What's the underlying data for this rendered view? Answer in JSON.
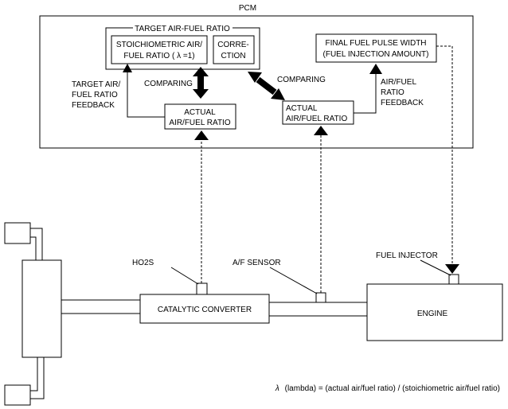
{
  "pcm": {
    "label": "PCM",
    "target_group_label": "TARGET AIR-FUEL RATIO",
    "stoich_line1": "STOICHIOMETRIC AIR/",
    "stoich_line2": "FUEL RATIO ( λ =1)",
    "correction_line1": "CORRE-",
    "correction_line2": "CTION",
    "final_line1": "FINAL FUEL PULSE WIDTH",
    "final_line2": "(FUEL INJECTION AMOUNT)",
    "actual_line1": "ACTUAL",
    "actual_line2": "AIR/FUEL RATIO",
    "comparing": "COMPARING",
    "target_feedback_line1": "TARGET AIR/",
    "target_feedback_line2": "FUEL RATIO",
    "target_feedback_line3": "FEEDBACK",
    "af_feedback_line1": "AIR/FUEL",
    "af_feedback_line2": "RATIO",
    "af_feedback_line3": "FEEDBACK"
  },
  "components": {
    "ho2s": "HO2S",
    "af_sensor": "A/F SENSOR",
    "fuel_injector": "FUEL INJECTOR",
    "catalytic_converter": "CATALYTIC CONVERTER",
    "engine": "ENGINE"
  },
  "note": {
    "symbol": "λ",
    "text": "(lambda) = (actual air/fuel ratio) / (stoichiometric air/fuel ratio)"
  }
}
